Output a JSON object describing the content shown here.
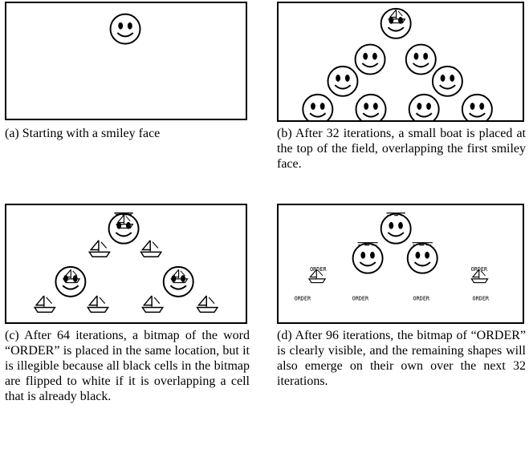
{
  "panels": [
    {
      "id": "a",
      "caption": "(a) Starting with a smiley face"
    },
    {
      "id": "b",
      "caption": "(b) After 32 iterations, a small boat is placed at the top of the field, overlapping the first smiley face."
    },
    {
      "id": "c",
      "caption": "(c) After 64 iterations, a bitmap of the word “ORDER” is placed in the same location, but it is illegible because all black cells in the bitmap are flipped to white if it is overlapping a cell that is already black."
    },
    {
      "id": "d",
      "caption": "(d) After 96 iterations, the bitmap of “ORDER” is clearly visible, and the remaining shapes will also emerge on their own over the next 32 iterations."
    }
  ],
  "bitmap_word": "ORDER",
  "colors": {
    "ink": "#000000",
    "paper": "#ffffff"
  }
}
